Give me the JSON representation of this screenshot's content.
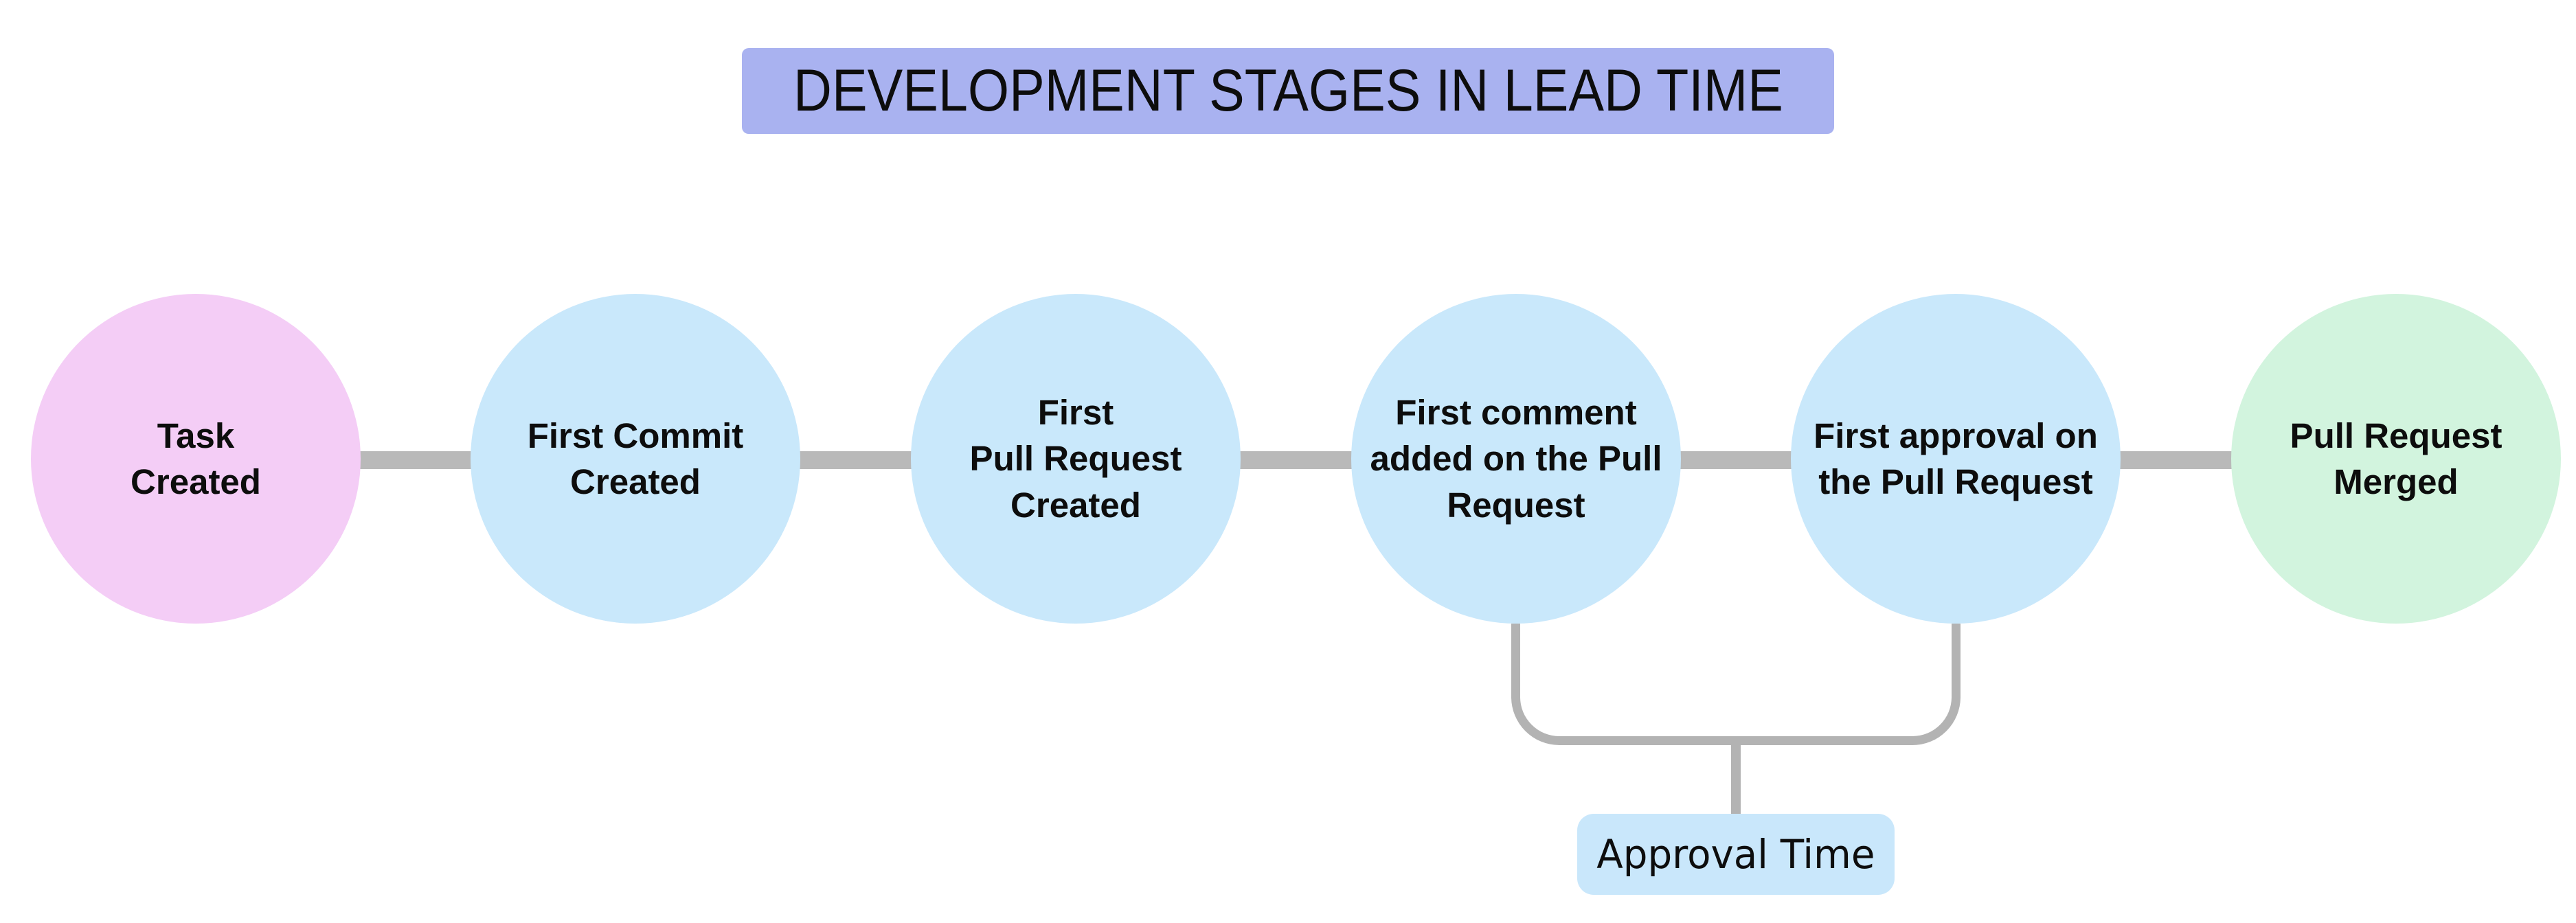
{
  "title": "DEVELOPMENT STAGES IN LEAD TIME",
  "colors": {
    "background": "#ffffff",
    "title_bg": "#a9b2f0",
    "task_pink": "#f4cdf6",
    "stage_blue": "#c9e8fb",
    "merged_green": "#d2f4de",
    "connector_gray": "#b9b9b9",
    "bracket_gray": "#b3b3b3",
    "approval_box_bg": "#c9e7fb",
    "text": "#0d0d0d"
  },
  "stages": [
    {
      "label": "Task\nCreated",
      "color": "#f4cdf6"
    },
    {
      "label": "First Commit\nCreated",
      "color": "#c9e8fb"
    },
    {
      "label": "First\nPull Request\nCreated",
      "color": "#c9e8fb"
    },
    {
      "label": "First comment\nadded on the Pull\nRequest",
      "color": "#c9e8fb"
    },
    {
      "label": "First approval on\nthe Pull Request",
      "color": "#c9e8fb"
    },
    {
      "label": "Pull Request\nMerged",
      "color": "#d2f4de"
    }
  ],
  "approval": {
    "label": "Approval Time"
  }
}
